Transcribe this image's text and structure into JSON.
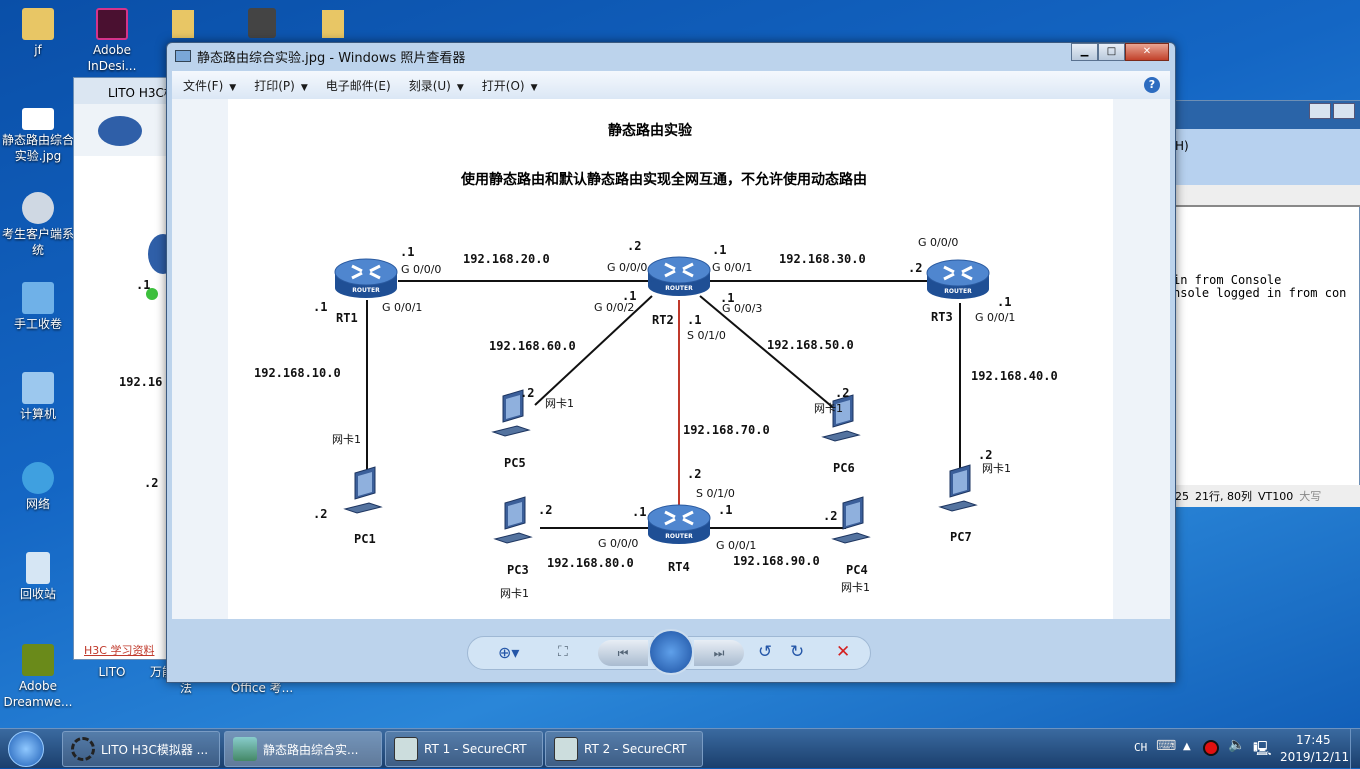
{
  "desktop": {
    "icons_left": [
      "jf",
      "Adobe InDesi...",
      "静态路由综合实验.jpg",
      "考生客户端系统",
      "手工收卷",
      "计算机",
      "网络",
      "回收站",
      "Adobe Dreamwe..."
    ],
    "icons_bottom": [
      "LITO",
      "万能五笔输入法",
      "二级 MS Office 考..."
    ]
  },
  "lito_window": {
    "title": "LITO H3C模拟器",
    "labels": [
      ".1",
      "192.16",
      ".2"
    ],
    "link": "H3C 学习资料"
  },
  "securecrt_window": {
    "menu_fragment": "H)",
    "console_lines": [
      "in from Console",
      "nsole logged in from con"
    ],
    "status": [
      "25",
      "21行, 80列",
      "VT100",
      "大写"
    ]
  },
  "viewer": {
    "title": "静态路由综合实验.jpg - Windows 照片查看器",
    "menu": [
      "文件(F)",
      "打印(P)",
      "电子邮件(E)",
      "刻录(U)",
      "打开(O)"
    ],
    "help": "?",
    "diagram": {
      "title": "静态路由实验",
      "subtitle": "使用静态路由和默认静态路由实现全网互通，不允许使用动态路由",
      "router_badge": "ROUTER",
      "labels": [
        ".1",
        "G 0/0/0",
        "192.168.20.0",
        ".2",
        "G 0/0/0",
        ".1",
        "G 0/0/1",
        "192.168.30.0",
        "G 0/0/0",
        ".2",
        ".1",
        "RT1",
        "G 0/0/1",
        ".1",
        "G 0/0/2",
        "RT2",
        ".1",
        "G 0/0/3",
        ".1",
        "S 0/1/0",
        "RT3",
        ".1",
        "G 0/0/1",
        "192.168.60.0",
        "192.168.50.0",
        "192.168.10.0",
        "192.168.40.0",
        ".2",
        "网卡1",
        ".2",
        "网卡1",
        "192.168.70.0",
        "网卡1",
        "PC5",
        "PC6",
        ".2",
        "网卡1",
        ".2",
        "S 0/1/0",
        ".2",
        "PC1",
        ".2",
        ".1",
        ".1",
        ".2",
        "PC7",
        "G 0/0/0",
        "G 0/0/1",
        "192.168.80.0",
        "RT4",
        "192.168.90.0",
        "PC3",
        "PC4",
        "网卡1",
        "网卡1"
      ]
    }
  },
  "taskbar": {
    "items": [
      "LITO H3C模拟器 ...",
      "静态路由综合实...",
      "RT 1 - SecureCRT",
      "RT 2 - SecureCRT"
    ],
    "lang": "CH",
    "time": "17:45",
    "date": "2019/12/11",
    "colors": {
      "red_link": "#c0392b",
      "serial_link": "#c0392b"
    }
  }
}
